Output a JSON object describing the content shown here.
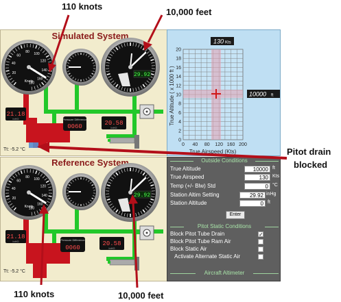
{
  "annotations": {
    "top_knots": "110 knots",
    "top_feet": "10,000 feet",
    "pitot": "Pitot drain",
    "pitot2": "blocked",
    "bottom_knots": "110 knots",
    "bottom_feet": "10,000 feet"
  },
  "sim": {
    "title": "Simulated System",
    "temp": "Tt: -5.2 °C",
    "inhg_left": "21.18",
    "inhg_left_unit": "InHG",
    "pressure_diff": "0060",
    "pressure_diff_label": "Pressure Difference",
    "inhg_right": "20.58",
    "inhg_right_unit": "InHG",
    "kollsman": "29.92",
    "asi_unit": "Knots"
  },
  "ref": {
    "title": "Reference System",
    "temp": "Tt: -5.2 °C",
    "inhg_left": "21.18",
    "inhg_left_unit": "InHG",
    "pressure_diff": "0060",
    "pressure_diff_label": "Pressure Difference",
    "inhg_right": "20.58",
    "inhg_right_unit": "InHG",
    "kollsman": "29.92",
    "asi_unit": "Knots"
  },
  "asi_ticks": [
    "20",
    "40",
    "60",
    "80",
    "100",
    "120",
    "140",
    "160",
    "180"
  ],
  "graph": {
    "speed_box": "130",
    "speed_unit": "Kts",
    "alt_box": "10000",
    "alt_unit": "ft",
    "ylabel": "True Altitude ( x 1000 ft )",
    "xlabel": "True Airspeed (Kts)",
    "y_ticks": [
      "20",
      "18",
      "16",
      "14",
      "12",
      "10",
      "8",
      "6",
      "4",
      "2",
      "0"
    ],
    "x_ticks": [
      "0",
      "40",
      "80",
      "120",
      "160",
      "200"
    ]
  },
  "conditions": {
    "outside_title": "Outside Conditions",
    "true_altitude_label": "True Altitude",
    "true_altitude": "10000",
    "true_altitude_unit": "ft",
    "true_airspeed_label": "True Airspeed",
    "true_airspeed": "130",
    "true_airspeed_unit": "Kts",
    "temp_label": "Temp (+/- Blw) Std",
    "temp": "0",
    "temp_unit": "°C",
    "altim_label": "Station Altim Setting",
    "altim": "29.92",
    "altim_unit": "inHg",
    "station_alt_label": "Station Altitude",
    "station_alt": "0",
    "station_alt_unit": "ft",
    "enter": "Enter",
    "pitot_title": "Pitot Static Conditions",
    "block_drain": "Block Pitot Tube Drain",
    "block_drain_check": "✓",
    "block_ram": "Block Pitot Tube Ram Air",
    "block_static": "Block Static Air",
    "alt_static": "Activate Alternate Static Air",
    "altimeter_title": "Aircraft Altimeter"
  },
  "colors": {
    "pipe_green": "#22c82a",
    "pipe_red": "#c8141e",
    "arrow_red": "#b30f1a",
    "graph_grid": "#7e7e7e",
    "crosshair": "#d01818"
  }
}
